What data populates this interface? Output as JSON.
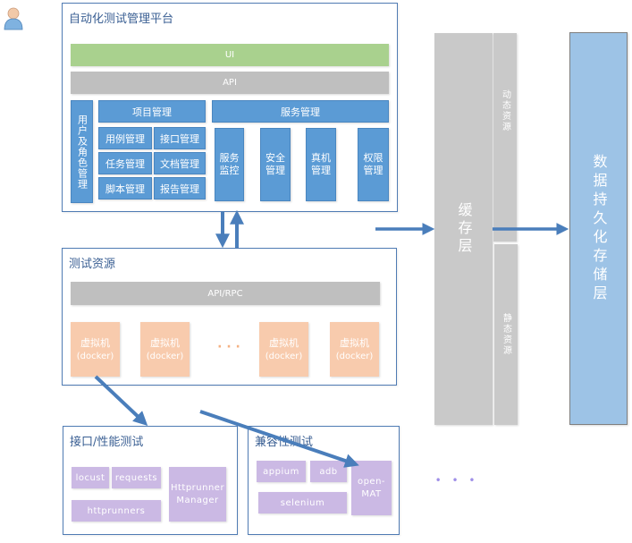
{
  "user_icon": "user-icon",
  "platform": {
    "title": "自动化测试管理平台",
    "ui_label": "UI",
    "api_label": "API",
    "user_role_label": "用户及角色管理",
    "project": {
      "label": "项目管理",
      "items": [
        "用例管理",
        "接口管理",
        "任务管理",
        "文档管理",
        "脚本管理",
        "报告管理"
      ]
    },
    "service": {
      "label": "服务管理",
      "items": [
        "服务监控",
        "安全管理",
        "真机管理",
        "权限管理"
      ]
    }
  },
  "resources": {
    "title": "测试资源",
    "api_rpc_label": "API/RPC",
    "vm_label": "虚拟机",
    "vm_sub": "(docker)",
    "vms": [
      {
        "label": "虚拟机",
        "sub": "(docker)"
      },
      {
        "label": "虚拟机",
        "sub": "(docker)"
      },
      {
        "label": "虚拟机",
        "sub": "(docker)"
      },
      {
        "label": "虚拟机",
        "sub": "(docker)"
      }
    ],
    "ellipsis": "· · ·"
  },
  "perf_test": {
    "title": "接口/性能测试",
    "tools": [
      "locust",
      "requests",
      "httprunners",
      "Httprunner Manager"
    ]
  },
  "compat_test": {
    "title": "兼容性测试",
    "tools": [
      "appium",
      "adb",
      "selenium",
      "open-MAT"
    ]
  },
  "more_ellipsis": "• • •",
  "cache": {
    "label": "缓存层",
    "dynamic": "动态资源",
    "static": "静态资源"
  },
  "persistence": {
    "label": "数据持久化存储层"
  },
  "colors": {
    "panel_border": "#4f7bb3",
    "ui_green": "#a9d18e",
    "api_gray": "#bfbfbf",
    "module_blue": "#5b9bd5",
    "vm_orange": "#f8cbad",
    "tool_purple": "#cbb9e4",
    "cache_gray": "#c9c9c9",
    "persist_blue": "#9dc3e6",
    "arrow_blue": "#4a7ebb"
  }
}
